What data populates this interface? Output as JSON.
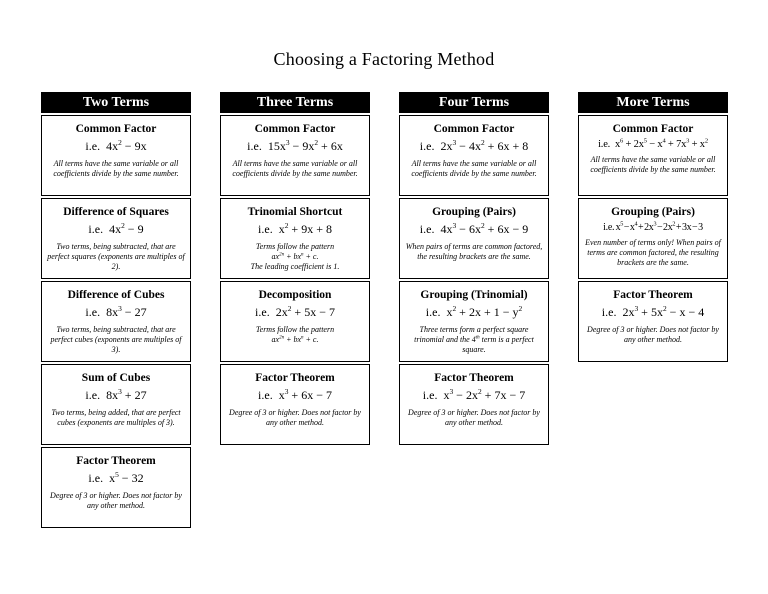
{
  "page": {
    "title": "Choosing a Factoring Method"
  },
  "colors": {
    "page_bg": "#ffffff",
    "header_bg": "#000000",
    "header_text": "#ffffff",
    "card_border": "#000000",
    "text": "#000000"
  },
  "columns": [
    {
      "header": "Two Terms",
      "cards": [
        {
          "title": "Common Factor",
          "example": "i.e.  4x^2 − 9x",
          "description": "All terms have the same variable or all coefficients divide by the same number."
        },
        {
          "title": "Difference of Squares",
          "example": "i.e.  4x^2 − 9",
          "description": "Two terms, being subtracted, that are perfect squares (exponents are multiples of 2)."
        },
        {
          "title": "Difference of Cubes",
          "example": "i.e.  8x^3 − 27",
          "description": "Two terms, being subtracted, that are perfect cubes (exponents are multiples of 3)."
        },
        {
          "title": "Sum of Cubes",
          "example": "i.e.  8x^3 + 27",
          "description": "Two terms, being added, that are perfect cubes (exponents are multiples of 3)."
        },
        {
          "title": "Factor Theorem",
          "example": "i.e.  x^5 − 32",
          "description": "Degree of 3 or higher. Does not factor by any other method."
        }
      ]
    },
    {
      "header": "Three Terms",
      "cards": [
        {
          "title": "Common Factor",
          "example": "i.e.  15x^3 − 9x^2 + 6x",
          "description": "All terms have the same variable or all coefficients divide by the same number."
        },
        {
          "title": "Trinomial Shortcut",
          "example": "i.e.  x^2 + 9x + 8",
          "description": "Terms follow the pattern\nax^2n + bx^n + c.\nThe leading coefficient is 1."
        },
        {
          "title": "Decomposition",
          "example": "i.e.  2x^2 + 5x − 7",
          "description": "Terms follow the pattern\nax^2n + bx^n + c."
        },
        {
          "title": "Factor Theorem",
          "example": "i.e.  x^3 + 6x − 7",
          "description": "Degree of 3 or higher. Does not factor by any other method."
        }
      ]
    },
    {
      "header": "Four Terms",
      "cards": [
        {
          "title": "Common Factor",
          "example": "i.e.  2x^3 − 4x^2 + 6x + 8",
          "description": "All terms have the same variable or all coefficients divide by the same number."
        },
        {
          "title": "Grouping (Pairs)",
          "example": "i.e.  4x^3 − 6x^2 + 6x − 9",
          "description": "When pairs of terms are common factored, the resulting brackets are the same."
        },
        {
          "title": "Grouping (Trinomial)",
          "example": "i.e.  x^2 + 2x + 1 − y^2",
          "description": "Three terms form a perfect square trinomial and the 4^th term is a perfect square."
        },
        {
          "title": "Factor Theorem",
          "example": "i.e.  x^3 − 2x^2 + 7x − 7",
          "description": "Degree of 3 or higher. Does not factor by any other method."
        }
      ]
    },
    {
      "header": "More Terms",
      "cards": [
        {
          "title": "Common Factor",
          "example": "i.e.  x^6 + 2x^5 − x^4 + 7x^3 + x^2",
          "description": "All terms have the same variable or all coefficients divide by the same number."
        },
        {
          "title": "Grouping (Pairs)",
          "example": "i.e.  x^5 − x^4 + 2x^3 − 2x^2 + 3x − 3",
          "description": "Even number of terms only!  When pairs of terms are common factored, the resulting brackets are the same."
        },
        {
          "title": "Factor Theorem",
          "example": "i.e.  2x^3 + 5x^2 − x − 4",
          "description": "Degree of 3 or higher. Does not factor by any other method."
        }
      ]
    }
  ]
}
